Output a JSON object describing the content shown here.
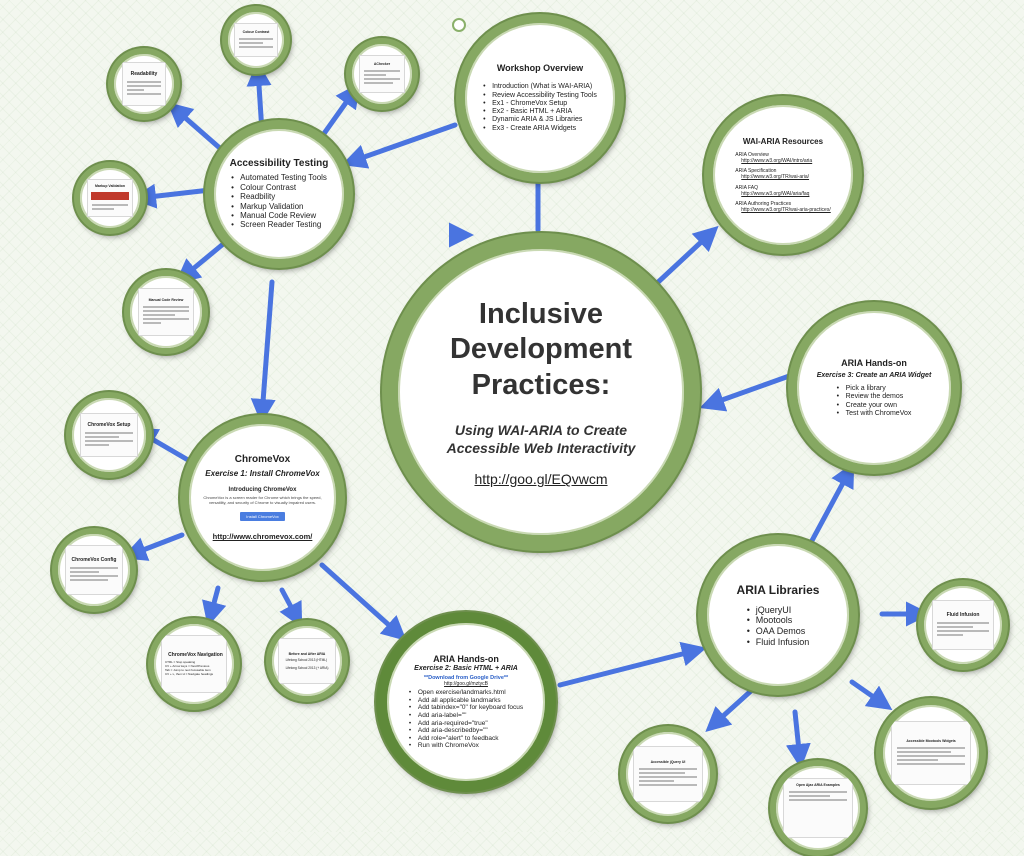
{
  "central": {
    "title_lines": [
      "Inclusive",
      "Development",
      "Practices:"
    ],
    "subtitle_lines": [
      "Using WAI-ARIA to Create",
      "Accessible Web Interactivity"
    ],
    "link": "http://goo.gl/EQvwcm"
  },
  "workshop_overview": {
    "title": "Workshop Overview",
    "items": [
      "Introduction (What is WAI-ARIA)",
      "Review Accessibility Testing Tools",
      "Ex1 - ChromeVox Setup",
      "Ex2 - Basic HTML + ARIA",
      "Dynamic ARIA & JS Libraries",
      "Ex3 - Create ARIA Widgets"
    ]
  },
  "aria_resources": {
    "title": "WAI-ARIA Resources",
    "entries": [
      {
        "label": "ARIA Overview",
        "url": "http://www.w3.org/WAI/intro/aria"
      },
      {
        "label": "ARIA Specification",
        "url": "http://www.w3.org/TR/wai-aria/"
      },
      {
        "label": "ARIA FAQ",
        "url": "http://www.w3.org/WAI/aria/faq"
      },
      {
        "label": "ARIA Authoring Practices",
        "url": "http://www.w3.org/TR/wai-aria-practices/"
      }
    ]
  },
  "accessibility_testing": {
    "title": "Accessibility Testing",
    "items": [
      "Automated Testing Tools",
      "Colour Contrast",
      "Readbility",
      "Markup Validation",
      "Manual Code Review",
      "Screen Reader Testing"
    ]
  },
  "aria_handson_3": {
    "title": "ARIA Hands-on",
    "subtitle": "Exercise 3: Create an ARIA Widget",
    "items": [
      "Pick a library",
      "Review the demos",
      "Create your own",
      "Test with ChromeVox"
    ]
  },
  "chromevox": {
    "title": "ChromeVox",
    "subtitle": "Exercise 1: Install ChromeVox",
    "intro_title": "Introducing ChromeVox",
    "intro_text": "ChromeVox is a screen reader for Chrome which brings the speed, versatility, and security of Chrome to visually impaired users.",
    "intro_button": "Install ChromeVox",
    "link": "http://www.chromevox.com/"
  },
  "aria_libraries": {
    "title": "ARIA Libraries",
    "items": [
      "jQueryUI",
      "Mootools",
      "OAA Demos",
      "Fluid Infusion"
    ]
  },
  "aria_handson_2": {
    "title": "ARIA Hands-on",
    "subtitle": "Exercise 2: Basic HTML + ARIA",
    "download": "**Download from Google Drive**",
    "download_link": "http://goo.gl/mztycB",
    "items": [
      "Open exercise/landmarks.html",
      "Add all applicable landmarks",
      "Add tabindex=\"0\" for keyboard focus",
      "Add aria-label=\"\"",
      "Add aria-required=\"true\"",
      "Add aria-describedby=\"\"",
      "Add role=\"alert\" to feedback",
      "Run with ChromeVox"
    ]
  },
  "thumbs": {
    "colour_contrast": {
      "title": "Colour Contrast"
    },
    "achecker": {
      "title": "AChecker"
    },
    "readability": {
      "title": "Readability"
    },
    "markup_validation": {
      "title": "Markup Validation"
    },
    "manual_code_review": {
      "title": "Manual Code Review"
    },
    "chromevox_setup": {
      "title": "ChromeVox Setup"
    },
    "chromevox_config": {
      "title": "ChromeVox Config"
    },
    "chromevox_navigation": {
      "title": "ChromeVox Navigation",
      "items": [
        "CTRL = Stop speaking",
        "CV + Arrow keys = Next/Previous",
        "Tab = Jump to next focusable item",
        "CV + L, then H = Navigate headings"
      ]
    },
    "before_after_aria": {
      "title": "Before and After ARIA",
      "lines": [
        "Lifelong School 2013 (HTML)",
        "Lifelong School 2013 (+ ARIA)"
      ]
    },
    "fluid_infusion": {
      "title": "Fluid Infusion"
    },
    "accessible_ui": {
      "title": "Accessible jQuery UI"
    },
    "open_ajax": {
      "title": "Open Ajax ARIA Examples"
    },
    "accessible_mootools": {
      "title": "Accessible Mootools Widgets"
    }
  }
}
